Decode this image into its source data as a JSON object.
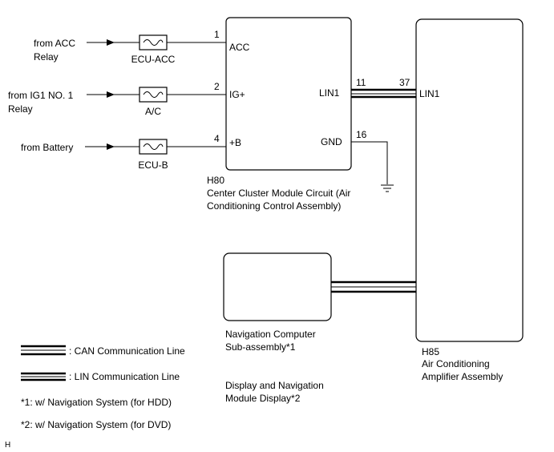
{
  "sources": {
    "acc": [
      "from ACC",
      "Relay"
    ],
    "ig1": [
      "from IG1 NO. 1",
      "Relay"
    ],
    "battery": [
      "from Battery"
    ]
  },
  "fuses": {
    "acc": "ECU-ACC",
    "ac": "A/C",
    "battery": "ECU-B"
  },
  "center_cluster": {
    "id": "H80",
    "name_lines": [
      "Center Cluster Module Circuit (Air",
      "Conditioning Control Assembly)"
    ],
    "pins": {
      "acc": {
        "num": "1",
        "label": "ACC"
      },
      "ig": {
        "num": "2",
        "label": "IG+"
      },
      "b": {
        "num": "4",
        "label": "+B"
      },
      "lin": {
        "num": "11",
        "label": "LIN1"
      },
      "gnd": {
        "num": "16",
        "label": "GND"
      }
    }
  },
  "amplifier": {
    "id": "H85",
    "name_lines": [
      "Air Conditioning",
      "Amplifier Assembly"
    ],
    "lin": {
      "num": "37",
      "label": "LIN1"
    }
  },
  "navigation": {
    "lines": [
      "Navigation Computer",
      "Sub-assembly*1",
      "",
      "Display and Navigation",
      "Module Display*2"
    ]
  },
  "legend": {
    "can": ": CAN Communication Line",
    "lin": ": LIN Communication Line",
    "note1": "*1: w/ Navigation System (for HDD)",
    "note2": "*2: w/ Navigation System (for DVD)"
  },
  "corner_mark": "H"
}
